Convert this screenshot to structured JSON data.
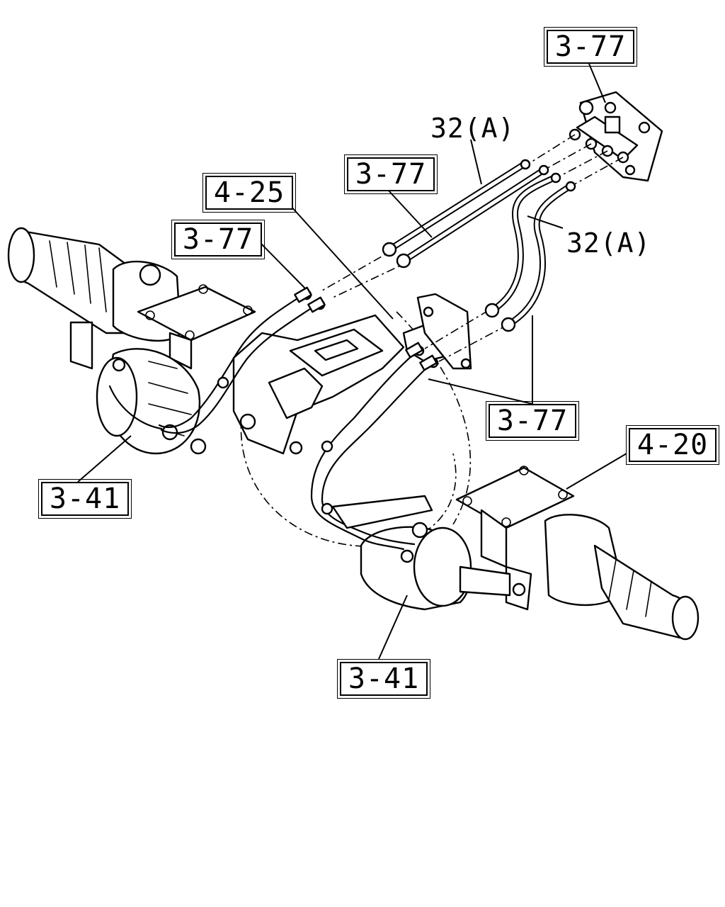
{
  "callouts": {
    "c1": "3-77",
    "c2": "3-77",
    "c3": "4-25",
    "c4": "3-77",
    "c5": "3-77",
    "c6": "4-20",
    "c7": "3-41",
    "c8": "3-41"
  },
  "labels": {
    "hose_a_upper": "32(A)",
    "hose_a_right": "32(A)"
  }
}
